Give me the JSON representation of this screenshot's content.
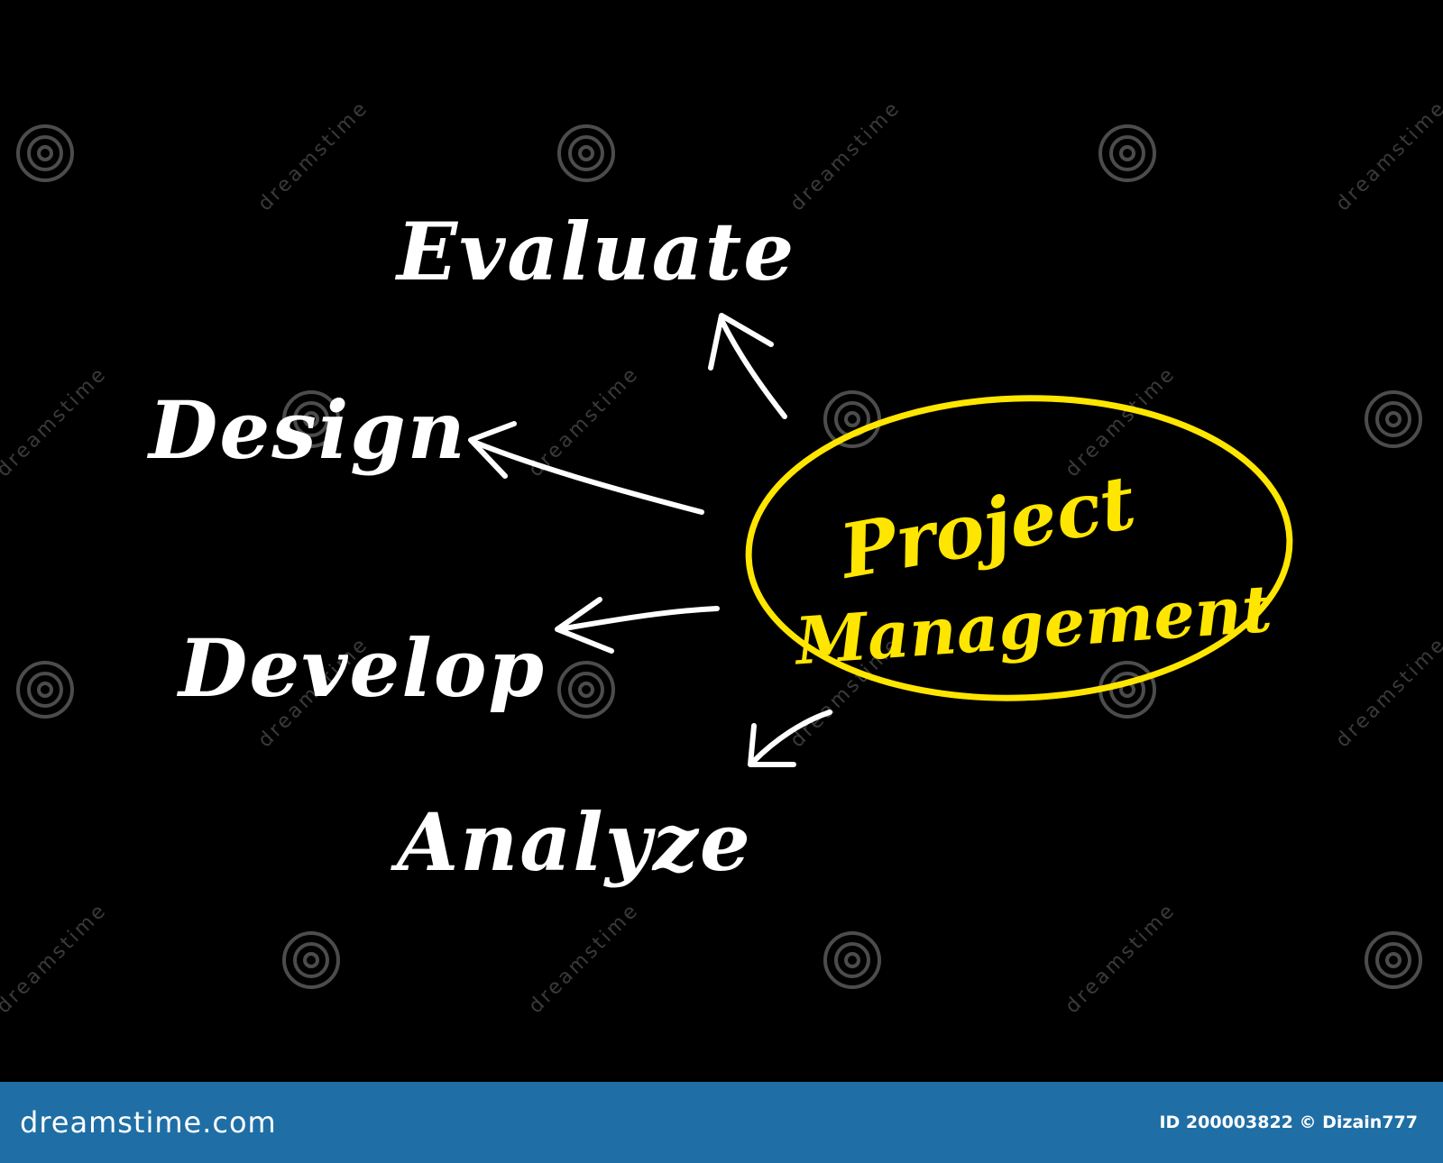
{
  "diagram": {
    "center_line1": "Project",
    "center_line2": "Management",
    "nodes": [
      "Evaluate",
      "Design",
      "Develop",
      "Analyze"
    ]
  },
  "watermark": {
    "text": "dreamstime"
  },
  "footer": {
    "logo": "dreamstime.com",
    "id_text": "ID 200003822",
    "credit": "© Dizain777"
  },
  "colors": {
    "background": "#000000",
    "accent": "#ffe600",
    "text": "#ffffff",
    "footer": "#1f6fa6"
  }
}
